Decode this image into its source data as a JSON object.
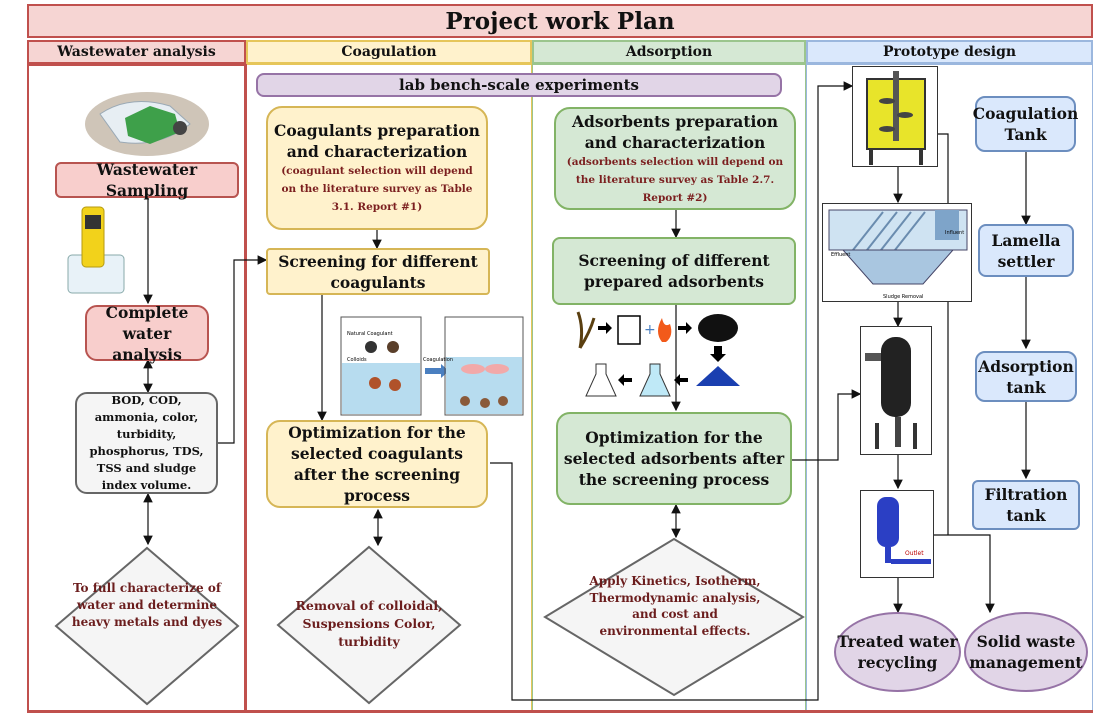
{
  "title": "Project work Plan",
  "columns": {
    "wastewater": "Wastewater analysis",
    "coagulation": "Coagulation",
    "adsorption": "Adsorption",
    "prototype": "Prototype design"
  },
  "banner": "lab bench-scale experiments",
  "wastewater": {
    "sampling": "Wastewater Sampling",
    "complete": "Complete water analysis",
    "parameters": "BOD, COD, ammonia, color, turbidity, phosphorus, TDS, TSS and sludge index volume.",
    "goal": "To full characterize of water and determine heavy metals and dyes"
  },
  "coagulation": {
    "prep_title": "Coagulants preparation and characterization",
    "prep_note": "(coagulant selection will depend on the literature survey as Table 3.1. Report #1)",
    "screening": "Screening for different coagulants",
    "optimization": "Optimization for the selected coagulants after the screening process",
    "outcome": "Removal of colloidal, Suspensions Color, turbidity",
    "beaker_labels": [
      "Natural Coagulant",
      "Colloids",
      "Coagulation"
    ]
  },
  "adsorption": {
    "prep_title": "Adsorbents preparation and characterization",
    "prep_note": "(adsorbents selection will depend on the literature survey as Table 2.7. Report #2)",
    "screening": "Screening of different prepared adsorbents",
    "optimization": "Optimization for the selected adsorbents after the screening process",
    "outcome": "Apply Kinetics, Isotherm, Thermodynamic analysis, and cost and environmental effects."
  },
  "prototype": {
    "coag_tank": "Coagulation Tank",
    "lamella": "Lamella settler",
    "adsorption_tank": "Adsorption tank",
    "filtration": "Filtration tank",
    "treated": "Treated water recycling",
    "solid": "Solid waste management",
    "outlet_label": "Outlet",
    "lamella_labels": [
      "Effluent",
      "Influent",
      "Sludge Removal"
    ]
  },
  "colors": {
    "red_border": "#c0504d",
    "yellow": "#fff2cc",
    "green": "#d5e8d4",
    "blue": "#dae8fc",
    "purple": "#e1d5e7",
    "pink": "#f8cecc"
  },
  "icons": [
    "hand-sampling-icon",
    "ph-meter-icon",
    "beaker-icon",
    "plant-icon",
    "flame-icon",
    "charcoal-icon",
    "powder-icon",
    "flask-icon",
    "tank-icon",
    "lamella-settler-icon",
    "adsorption-column-icon",
    "filter-column-icon"
  ]
}
